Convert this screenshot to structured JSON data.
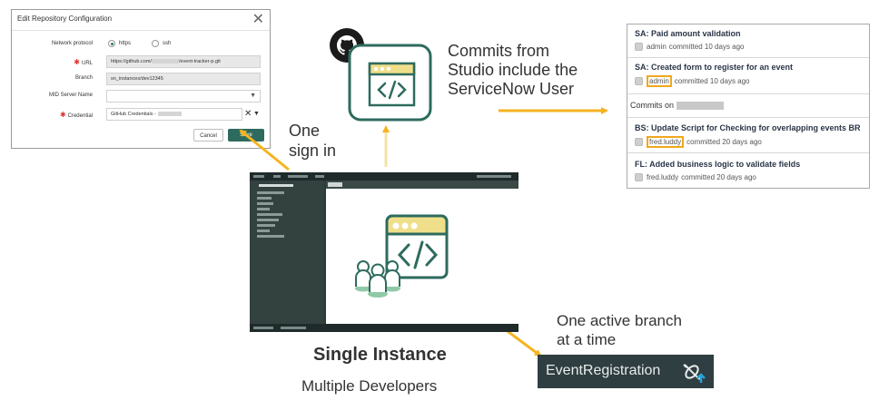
{
  "dialog": {
    "title": "Edit Repository Configuration",
    "network_protocol_label": "Network protocol",
    "protocol_options": [
      "https",
      "ssh"
    ],
    "url_label": "URL",
    "url_value_start": "https://github.com/",
    "url_value_end": "/event-tracker-p.git",
    "branch_label": "Branch",
    "branch_value": "sn_instances/dev12345",
    "mid_server_label": "MID Server Name",
    "mid_server_value": "",
    "credential_label": "Credential",
    "credential_value": "GitHub Credentials -",
    "cancel_label": "Cancel",
    "save_label": "Save"
  },
  "labels": {
    "one_sign_in": [
      "One",
      "sign in"
    ],
    "commits_caption": [
      "Commits from",
      "Studio include the",
      "ServiceNow User"
    ],
    "instance_title": "Single Instance",
    "instance_subtitle": "Multiple Developers",
    "branch_caption": [
      "One active branch",
      "at a time"
    ]
  },
  "commits": {
    "items": [
      {
        "title": "SA: Paid amount validation",
        "user": "admin",
        "meta": "committed 10 days ago",
        "highlight": false
      },
      {
        "title": "SA: Created form to register for an event",
        "user": "admin",
        "meta": "committed 10 days ago",
        "highlight": true
      },
      {
        "title": "BS: Update Script for Checking for overlapping events BR",
        "user": "fred.luddy",
        "meta": "committed 20 days ago",
        "highlight": true
      },
      {
        "title": "FL: Added business logic to validate fields",
        "user": "fred.luddy",
        "meta": "committed 20 days ago",
        "highlight": false
      }
    ],
    "commits_on_label": "Commits on"
  },
  "branch_badge": {
    "name": "EventRegistration",
    "icon": "branch-disconnect-icon"
  },
  "icons": [
    "github-icon",
    "code-window-icon",
    "developers-icon"
  ],
  "colors": {
    "arrow": "#f5b41f",
    "teal": "#2e6b5e",
    "accent_yellow": "#f0df8a",
    "developer_green": "#8fc9a6",
    "highlight": "#f0a81c",
    "badge_bg": "#2f3e41",
    "badge_icon": "#29a3d9"
  }
}
